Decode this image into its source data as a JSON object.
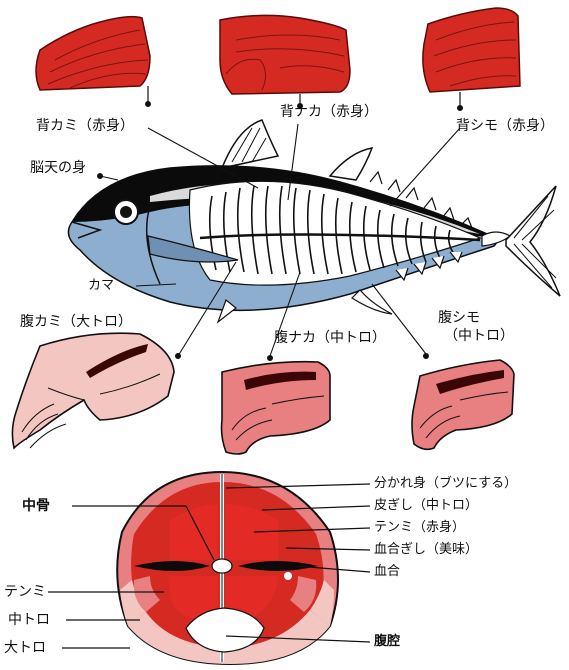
{
  "labels": {
    "se_kami": "背カミ（赤身）",
    "se_naka": "背ナカ（赤身）",
    "se_shimo": "背シモ（赤身）",
    "noten": "脳天の身",
    "kama": "カマ",
    "hara_kami": "腹カミ（大トロ）",
    "hara_naka": "腹ナカ（中トロ）",
    "hara_shimo_1": "腹シモ",
    "hara_shimo_2": "（中トロ）"
  },
  "cross_section": {
    "left_labels": [
      "中骨",
      "テンミ",
      "中トロ",
      "大トロ"
    ],
    "right_labels": [
      "分かれ身（ブツにする）",
      "皮ぎし（中トロ）",
      "テンミ（赤身）",
      "血合ぎし（美味）",
      "血合",
      "腹腔"
    ]
  },
  "colors": {
    "akami": "#d42a22",
    "chutoro": "#e87f80",
    "otoro": "#f4c6c2",
    "fish_back": "#0b0b0b",
    "fish_belly": "#8eaed0",
    "blood": "#3a0606"
  }
}
